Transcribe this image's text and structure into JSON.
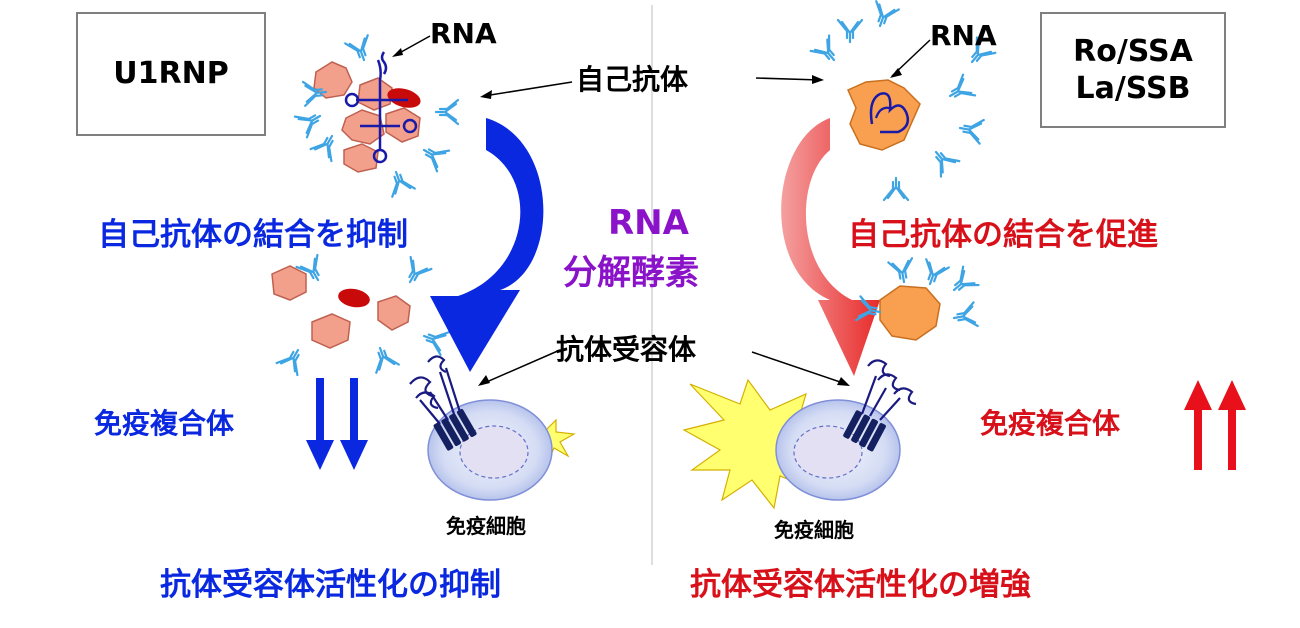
{
  "left": {
    "box_label": "U1RNP",
    "rna_label": "RNA",
    "effect_label": "自己抗体の結合を抑制",
    "complex_label": "免疫複合体",
    "cell_label": "免疫細胞",
    "activation_label": "抗体受容体活性化の抑制",
    "color": "#0a28e0"
  },
  "right": {
    "box_label_line1": "Ro/SSA",
    "box_label_line2": "La/SSB",
    "rna_label": "RNA",
    "effect_label": "自己抗体の結合を促進",
    "complex_label": "免疫複合体",
    "cell_label": "免疫細胞",
    "activation_label": "抗体受容体活性化の増強",
    "color": "#d8101a"
  },
  "center": {
    "autoantibody_label": "自己抗体",
    "enzyme_line1": "RNA",
    "enzyme_line2": "分解酵素",
    "receptor_label": "抗体受容体",
    "color": "#8a12c8"
  }
}
